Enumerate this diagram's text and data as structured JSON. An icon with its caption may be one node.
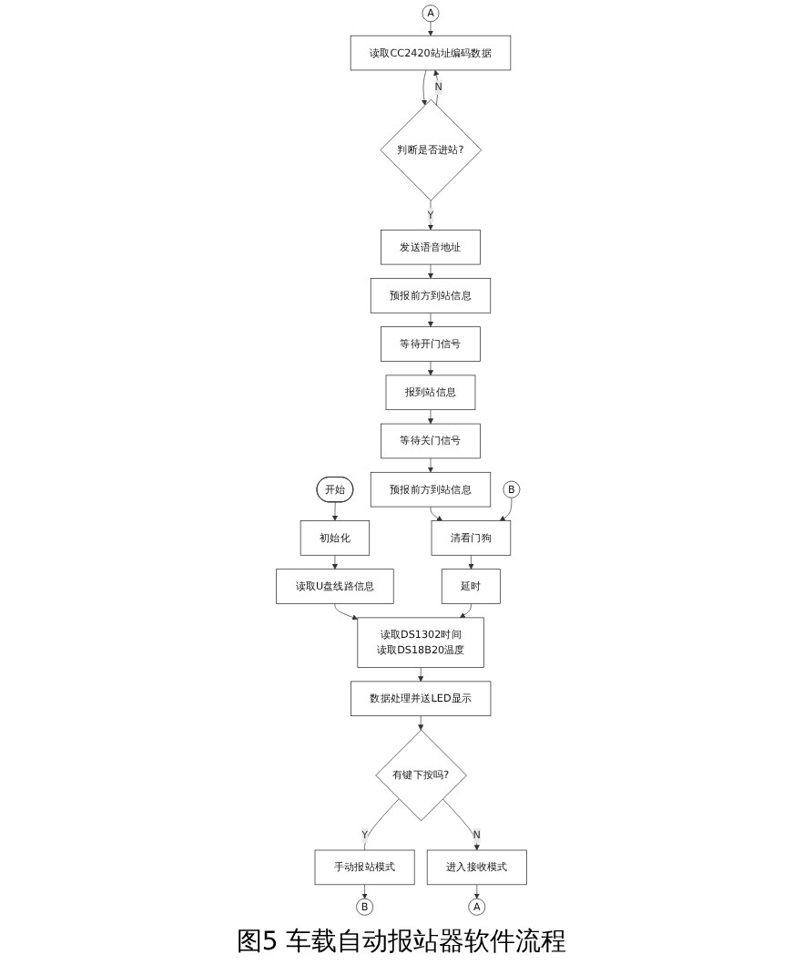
{
  "diagram": {
    "caption": "图5 车载自动报站器软件流程",
    "nodes": [
      {
        "text": [
          "开始"
        ]
      },
      {
        "text": [
          "初始化"
        ]
      },
      {
        "text": [
          "读取U盘线路信息"
        ]
      },
      {
        "text": [
          "读取DS1302时间",
          "读取DS18B20温度"
        ]
      },
      {
        "text": [
          "数据处理并送LED显示"
        ]
      },
      {
        "text": [
          "有键下按吗?"
        ]
      },
      {
        "text": [
          "手动报站模式"
        ]
      },
      {
        "text": [
          "进入接收模式"
        ]
      },
      {
        "text": [
          "A"
        ]
      },
      {
        "text": [
          "B"
        ]
      },
      {
        "text": [
          "A"
        ]
      },
      {
        "text": [
          "读取CC2420站址编码数据"
        ]
      },
      {
        "text": [
          "判断是否进站?"
        ]
      },
      {
        "text": [
          "发送语音地址"
        ]
      },
      {
        "text": [
          "预报前方到站信息"
        ]
      },
      {
        "text": [
          "等待开门信号"
        ]
      },
      {
        "text": [
          "报到站信息"
        ]
      },
      {
        "text": [
          "等待关门信号"
        ]
      },
      {
        "text": [
          "预报前方到站信息"
        ]
      },
      {
        "text": [
          "B"
        ]
      },
      {
        "text": [
          "清看门狗"
        ]
      },
      {
        "text": [
          "延时"
        ]
      }
    ],
    "edges": [
      {
        "from": 0,
        "to": 1,
        "arrow": "to"
      },
      {
        "from": 1,
        "to": 2,
        "arrow": "to"
      },
      {
        "from": 2,
        "to": 3,
        "arrow": "to"
      },
      {
        "from": 3,
        "to": 4,
        "arrow": "to"
      },
      {
        "from": 4,
        "to": 5,
        "arrow": "to"
      },
      {
        "from": 5,
        "to": 6,
        "label": "Y",
        "arrow": "none"
      },
      {
        "from": 5,
        "to": 7,
        "label": "N",
        "arrow": "to"
      },
      {
        "from": 7,
        "to": 8,
        "arrow": "to"
      },
      {
        "from": 6,
        "to": 9,
        "arrow": "to"
      },
      {
        "from": 10,
        "to": 11,
        "arrow": "to"
      },
      {
        "from": 11,
        "to": 12,
        "arrow": "to"
      },
      {
        "from": 12,
        "to": 11,
        "label": "N",
        "arrow": "to"
      },
      {
        "from": 12,
        "to": 13,
        "label": "Y",
        "arrow": "to"
      },
      {
        "from": 13,
        "to": 14,
        "arrow": "to"
      },
      {
        "from": 14,
        "to": 15,
        "arrow": "to"
      },
      {
        "from": 15,
        "to": 16,
        "arrow": "to"
      },
      {
        "from": 16,
        "to": 17,
        "arrow": "to"
      },
      {
        "from": 17,
        "to": 18,
        "arrow": "to"
      },
      {
        "from": 18,
        "to": 20,
        "arrow": "to"
      },
      {
        "from": 19,
        "to": 20,
        "arrow": "to"
      },
      {
        "from": 20,
        "to": 21,
        "arrow": "to"
      },
      {
        "from": 21,
        "to": 3,
        "arrow": "to"
      }
    ]
  }
}
